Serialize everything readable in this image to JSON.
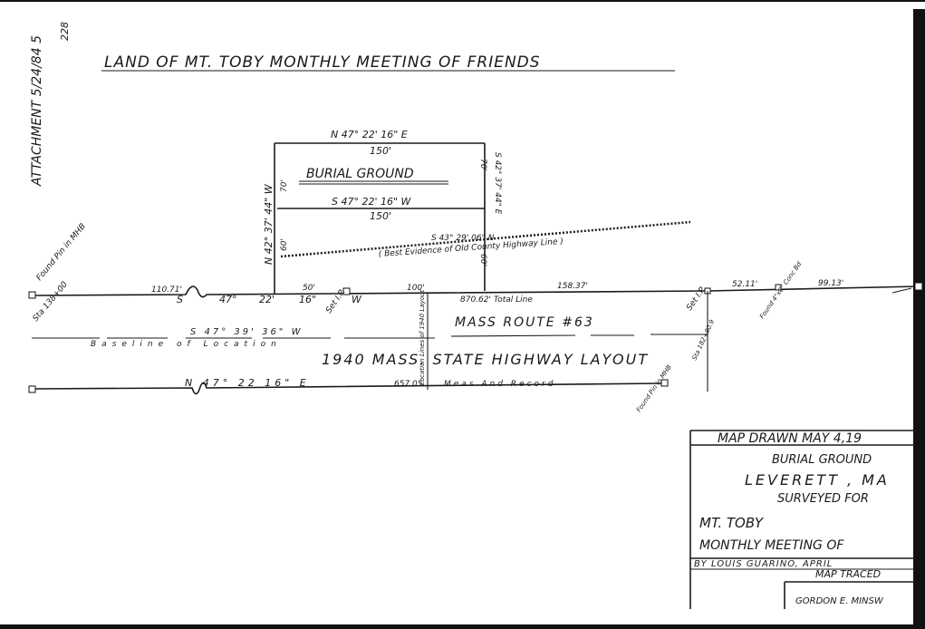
{
  "header": {
    "attachment_note": "ATTACHMENT 5/24/84 5",
    "attachment_page": "228",
    "title": "LAND OF MT. TOBY MONTHLY MEETING OF FRIENDS"
  },
  "parcel": {
    "label": "BURIAL GROUND",
    "top_bearing": "N 47° 22' 16\" E",
    "top_length": "150'",
    "mid_bearing": "S 47° 22' 16\" W",
    "mid_length": "150'",
    "left_bearing": "N 42° 37' 44\" W",
    "left_upper_length": "70'",
    "left_lower_length": "60'",
    "right_bearing": "S 42° 37' 44\" E",
    "right_upper_length": "70'",
    "right_lower_length": "60'"
  },
  "old_highway": {
    "bearing": "S 43° 29' 06\" N",
    "label": "( Best Evidence of Old County Highway Line )"
  },
  "main_line": {
    "found_pin_left": "Found Pin in MHB",
    "seg_1": "110.71'",
    "bearing_s": "S",
    "bearing_deg": "47°",
    "bearing_min": "22'",
    "bearing_sec": "16\"",
    "bearing_w": "W",
    "seg_50": "50'",
    "set_ip_1": "Set I.P.",
    "seg_100": "100'",
    "total": "870.62' Total Line",
    "seg_158": "158.37'",
    "set_ip_2": "Set I.P.",
    "seg_52": "52.11'",
    "found_pin_2": "Found 4\"x8\" Conc Bd",
    "seg_99": "99.13'",
    "sta_left": "Sta 138+00"
  },
  "road": {
    "route": "MASS ROUTE #63",
    "baseline_bearing": "S 47° 39' 36\" W",
    "baseline_label": "Baseline of Location",
    "layout": "1940 MASS. STATE HIGHWAY LAYOUT",
    "location_lines": "Location Lines of 1940 Layout",
    "sta_right": "Sta 182+80.9"
  },
  "bottom_line": {
    "bearing": "N 47° 22 16\" E",
    "length": "657.05",
    "note": "Meas And Record",
    "found_pin": "Found Pin in MHB"
  },
  "title_block": {
    "drawn": "MAP DRAWN MAY 4,19",
    "subject": "BURIAL GROUND",
    "place": "LEVERETT , MA",
    "surveyed_for": "SURVEYED FOR",
    "client_1": "MT. TOBY",
    "client_2": "MONTHLY MEETING OF",
    "surveyor": "BY LOUIS GUARINO, APRIL",
    "traced": "MAP TRACED",
    "tracer": "GORDON E. MINSW"
  }
}
